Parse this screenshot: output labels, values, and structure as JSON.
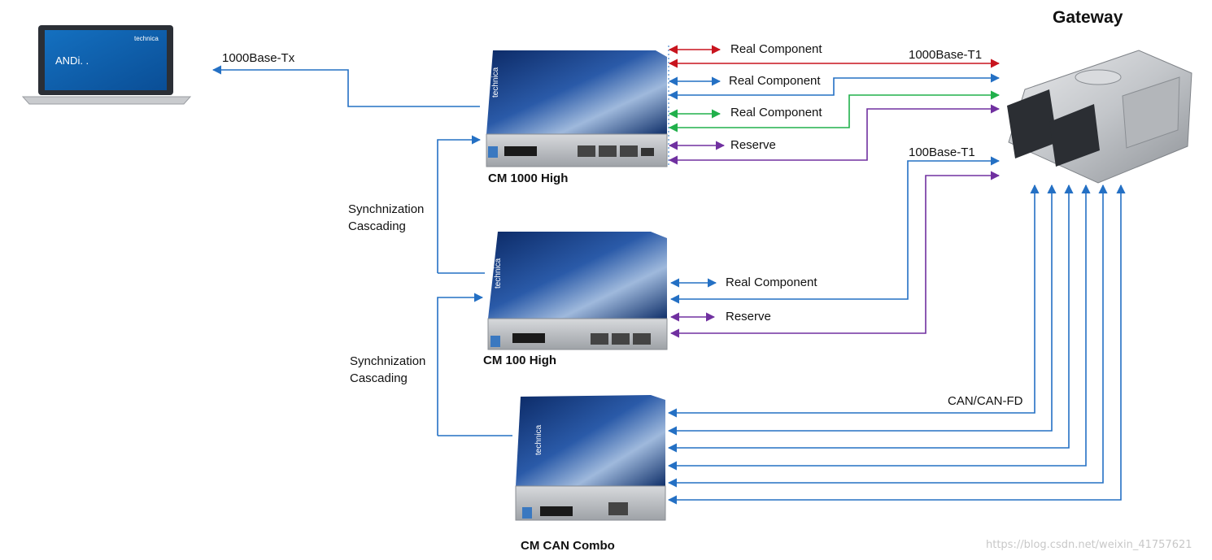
{
  "gateway_title": "Gateway",
  "laptop": {
    "screen_text": "ANDi. .",
    "logo_text": "technica"
  },
  "devices": {
    "cm1000": {
      "name": "CM 1000 High",
      "logo": "technica"
    },
    "cm100": {
      "name": "CM 100 High",
      "logo": "technica"
    },
    "cmcan": {
      "name": "CM CAN Combo",
      "logo": "technica"
    }
  },
  "labels": {
    "base_tx": "1000Base-Tx",
    "base_t1_1000": "1000Base-T1",
    "base_t1_100": "100Base-T1",
    "can_fd": "CAN/CAN-FD",
    "sync_1_line1": "Synchnization",
    "sync_1_line2": "Cascading",
    "sync_2_line1": "Synchnization",
    "sync_2_line2": "Cascading",
    "real1": "Real Component",
    "real2": "Real Component",
    "real3": "Real Component",
    "real4": "Real Component",
    "reserve1": "Reserve",
    "reserve2": "Reserve"
  },
  "colors": {
    "blue": "#2470c4",
    "red": "#c8141e",
    "green": "#21b04b",
    "purple": "#7030a0"
  },
  "watermark": "https://blog.csdn.net/weixin_41757621"
}
